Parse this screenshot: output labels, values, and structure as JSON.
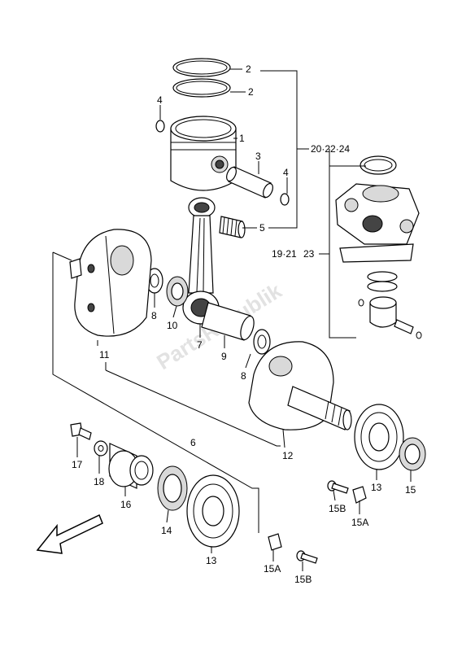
{
  "watermark": "PartsRepublik",
  "callouts": {
    "c1": "1",
    "c2a": "2",
    "c2b": "2",
    "c3": "3",
    "c4a": "4",
    "c4b": "4",
    "c5": "5",
    "c6": "6",
    "c7": "7",
    "c8a": "8",
    "c8b": "8",
    "c9": "9",
    "c10": "10",
    "c11": "11",
    "c12": "12",
    "c13a": "13",
    "c13b": "13",
    "c14": "14",
    "c15": "15",
    "c15a1": "15A",
    "c15a2": "15A",
    "c15b1": "15B",
    "c15b2": "15B",
    "c16": "16",
    "c17": "17",
    "c18": "18",
    "c20": "20·22·24",
    "c19": "19·21",
    "c23": "23"
  }
}
